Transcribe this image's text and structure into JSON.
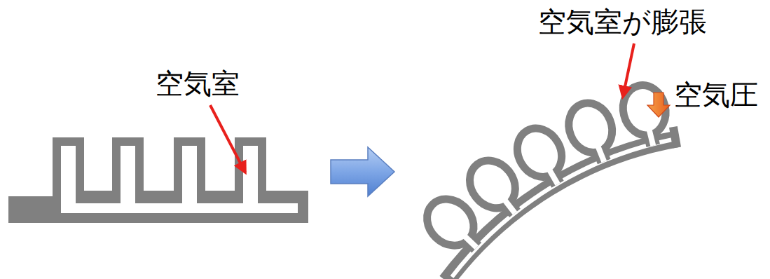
{
  "diagram": {
    "labels": [
      "空気室",
      "空気室が膨張",
      "空気圧"
    ]
  }
}
